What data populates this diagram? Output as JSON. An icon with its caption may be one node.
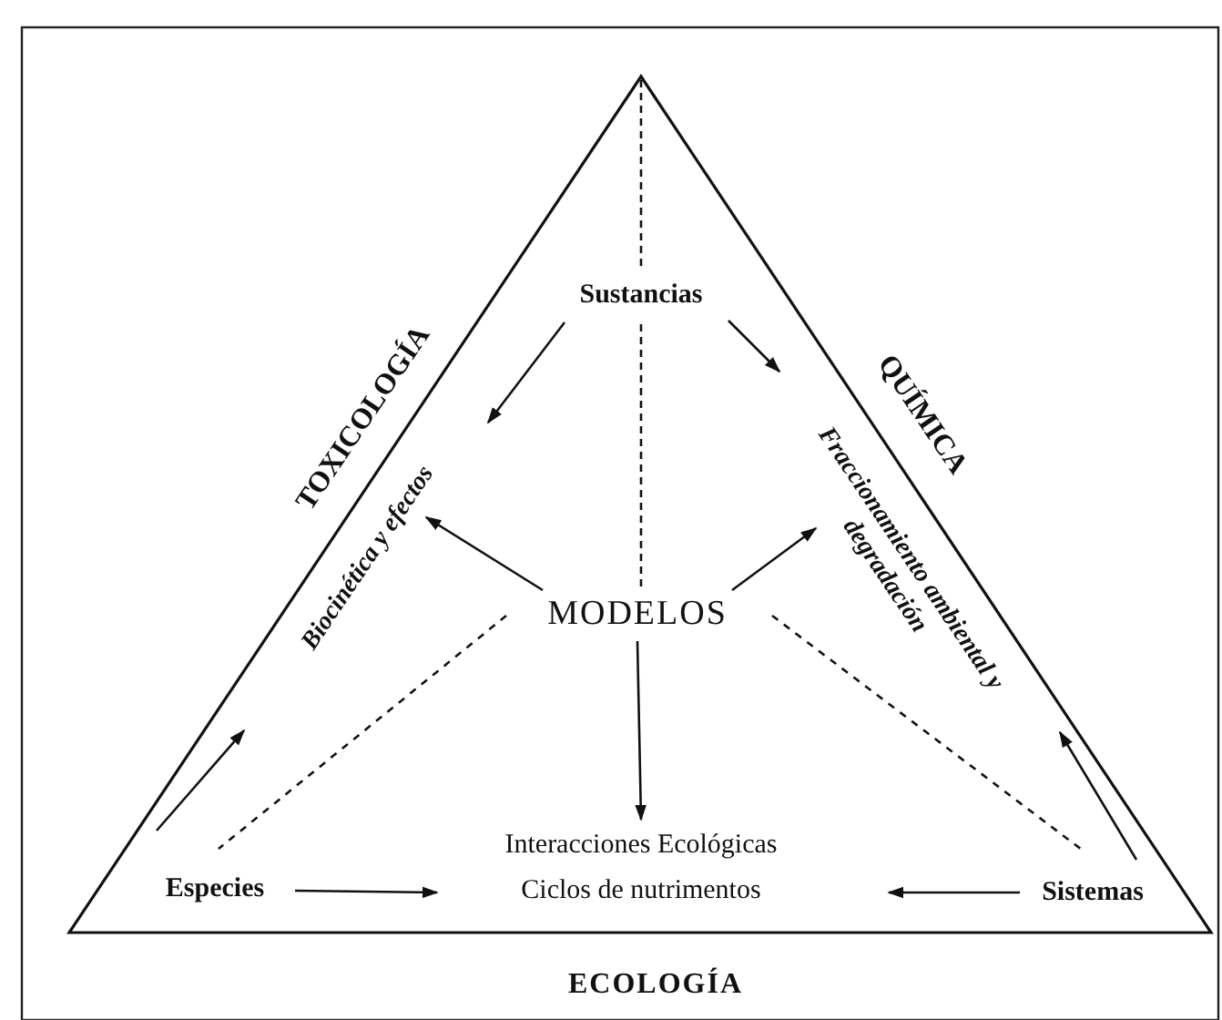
{
  "diagram": {
    "nodes": [
      {
        "text": [
          "Sustancias"
        ]
      },
      {
        "text": [
          "Biocinética y efectos"
        ]
      },
      {
        "text": [
          "Fraccionamiento ambiental y degradación"
        ]
      },
      {
        "text": [
          "MODELOS"
        ]
      },
      {
        "text": [
          "Interacciones Ecológicas",
          "Ciclos de nutrimentos"
        ]
      },
      {
        "text": [
          "Especies"
        ]
      },
      {
        "text": [
          "Sistemas"
        ]
      }
    ],
    "edges": [
      {
        "from": 0,
        "to": 1,
        "arrow": "to"
      },
      {
        "from": 0,
        "to": 2,
        "arrow": "to"
      },
      {
        "from": 3,
        "to": 1,
        "arrow": "to"
      },
      {
        "from": 3,
        "to": 2,
        "arrow": "to"
      },
      {
        "from": 3,
        "to": 4,
        "arrow": "to"
      },
      {
        "from": 5,
        "to": 4,
        "arrow": "to"
      },
      {
        "from": 6,
        "to": 4,
        "arrow": "to"
      },
      {
        "from": 5,
        "to": 1,
        "arrow": "to"
      },
      {
        "from": 6,
        "to": 2,
        "arrow": "to"
      },
      {
        "from": 3,
        "to": 5,
        "arrow": "none",
        "style": "dashed"
      },
      {
        "from": 3,
        "to": 6,
        "arrow": "none",
        "style": "dashed"
      }
    ],
    "labels": [
      "TOXICOLOGÍA",
      "QUÍMICA",
      "ECOLOGÍA"
    ]
  }
}
